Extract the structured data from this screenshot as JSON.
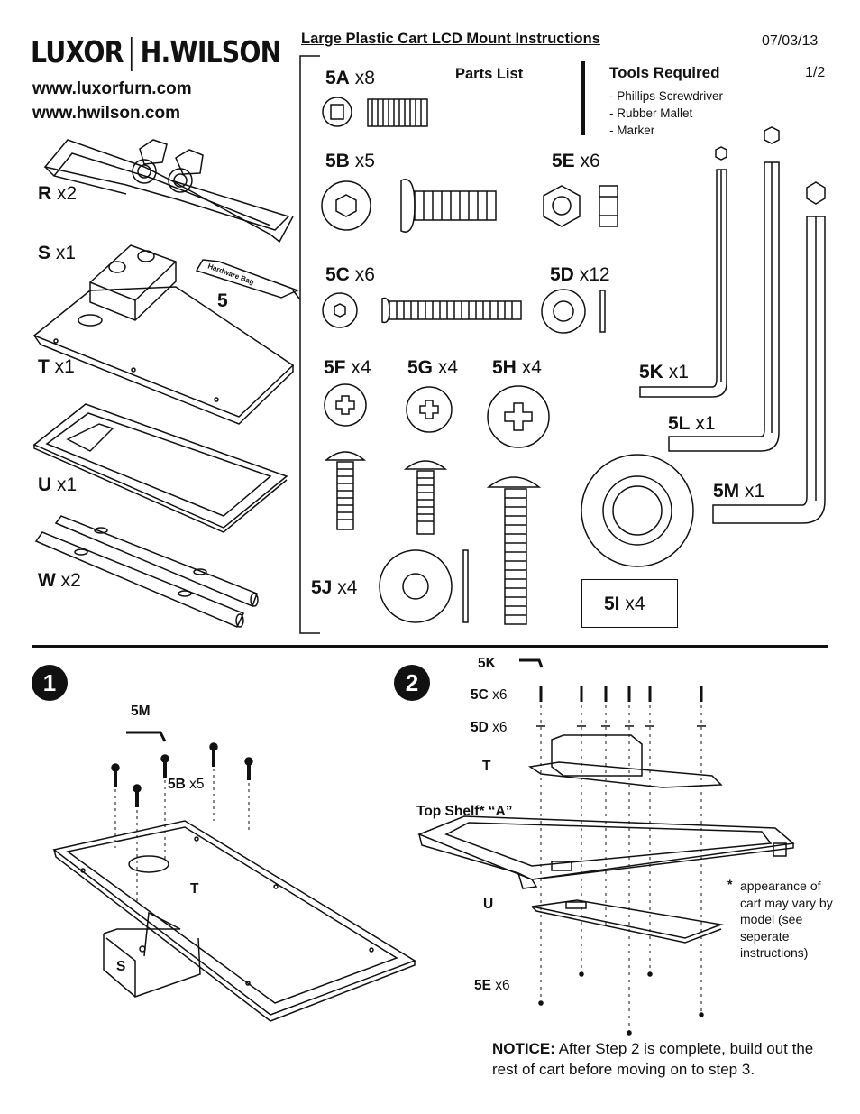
{
  "header": {
    "brand_left": "LUXOR",
    "brand_right": "H.WILSON",
    "url1": "www.luxorfurn.com",
    "url2": "www.hwilson.com",
    "title": "Large Plastic Cart LCD Mount Instructions",
    "date": "07/03/13",
    "page": "1/2"
  },
  "parts_list_label": "Parts List",
  "tools": {
    "heading": "Tools Required",
    "items": [
      "Phillips Screwdriver",
      "Rubber Mallet",
      "Marker"
    ]
  },
  "hardware_bag": {
    "label": "Hardware Bag",
    "number": "5"
  },
  "parts": {
    "R": {
      "code": "R",
      "qty": "x2"
    },
    "S": {
      "code": "S",
      "qty": "x1"
    },
    "T": {
      "code": "T",
      "qty": "x1"
    },
    "U": {
      "code": "U",
      "qty": "x1"
    },
    "W": {
      "code": "W",
      "qty": "x2"
    },
    "p5A": {
      "code": "5A",
      "qty": "x8"
    },
    "p5B": {
      "code": "5B",
      "qty": "x5"
    },
    "p5E": {
      "code": "5E",
      "qty": "x6"
    },
    "p5C": {
      "code": "5C",
      "qty": "x6"
    },
    "p5D": {
      "code": "5D",
      "qty": "x12"
    },
    "p5F": {
      "code": "5F",
      "qty": "x4"
    },
    "p5G": {
      "code": "5G",
      "qty": "x4"
    },
    "p5H": {
      "code": "5H",
      "qty": "x4"
    },
    "p5K": {
      "code": "5K",
      "qty": "x1"
    },
    "p5L": {
      "code": "5L",
      "qty": "x1"
    },
    "p5M": {
      "code": "5M",
      "qty": "x1"
    },
    "p5J": {
      "code": "5J",
      "qty": "x4"
    },
    "p5I": {
      "code": "5I",
      "qty": "x4"
    }
  },
  "step1": {
    "number": "1",
    "tool": "5M",
    "screw_code": "5B",
    "screw_qty": "x5",
    "part_t": "T",
    "part_s": "S"
  },
  "step2": {
    "number": "2",
    "tool": "5K",
    "bolt_code": "5C",
    "bolt_qty": "x6",
    "washer_code": "5D",
    "washer_qty": "x6",
    "part_t": "T",
    "shelf_label": "Top Shelf* “A”",
    "part_u": "U",
    "nut_code": "5E",
    "nut_qty": "x6",
    "footnote_star": "*",
    "footnote": "appearance of cart may vary by model (see seperate instructions)"
  },
  "notice": {
    "label": "NOTICE:",
    "text": "After Step 2 is complete, build out the rest of cart before moving on to step 3."
  }
}
